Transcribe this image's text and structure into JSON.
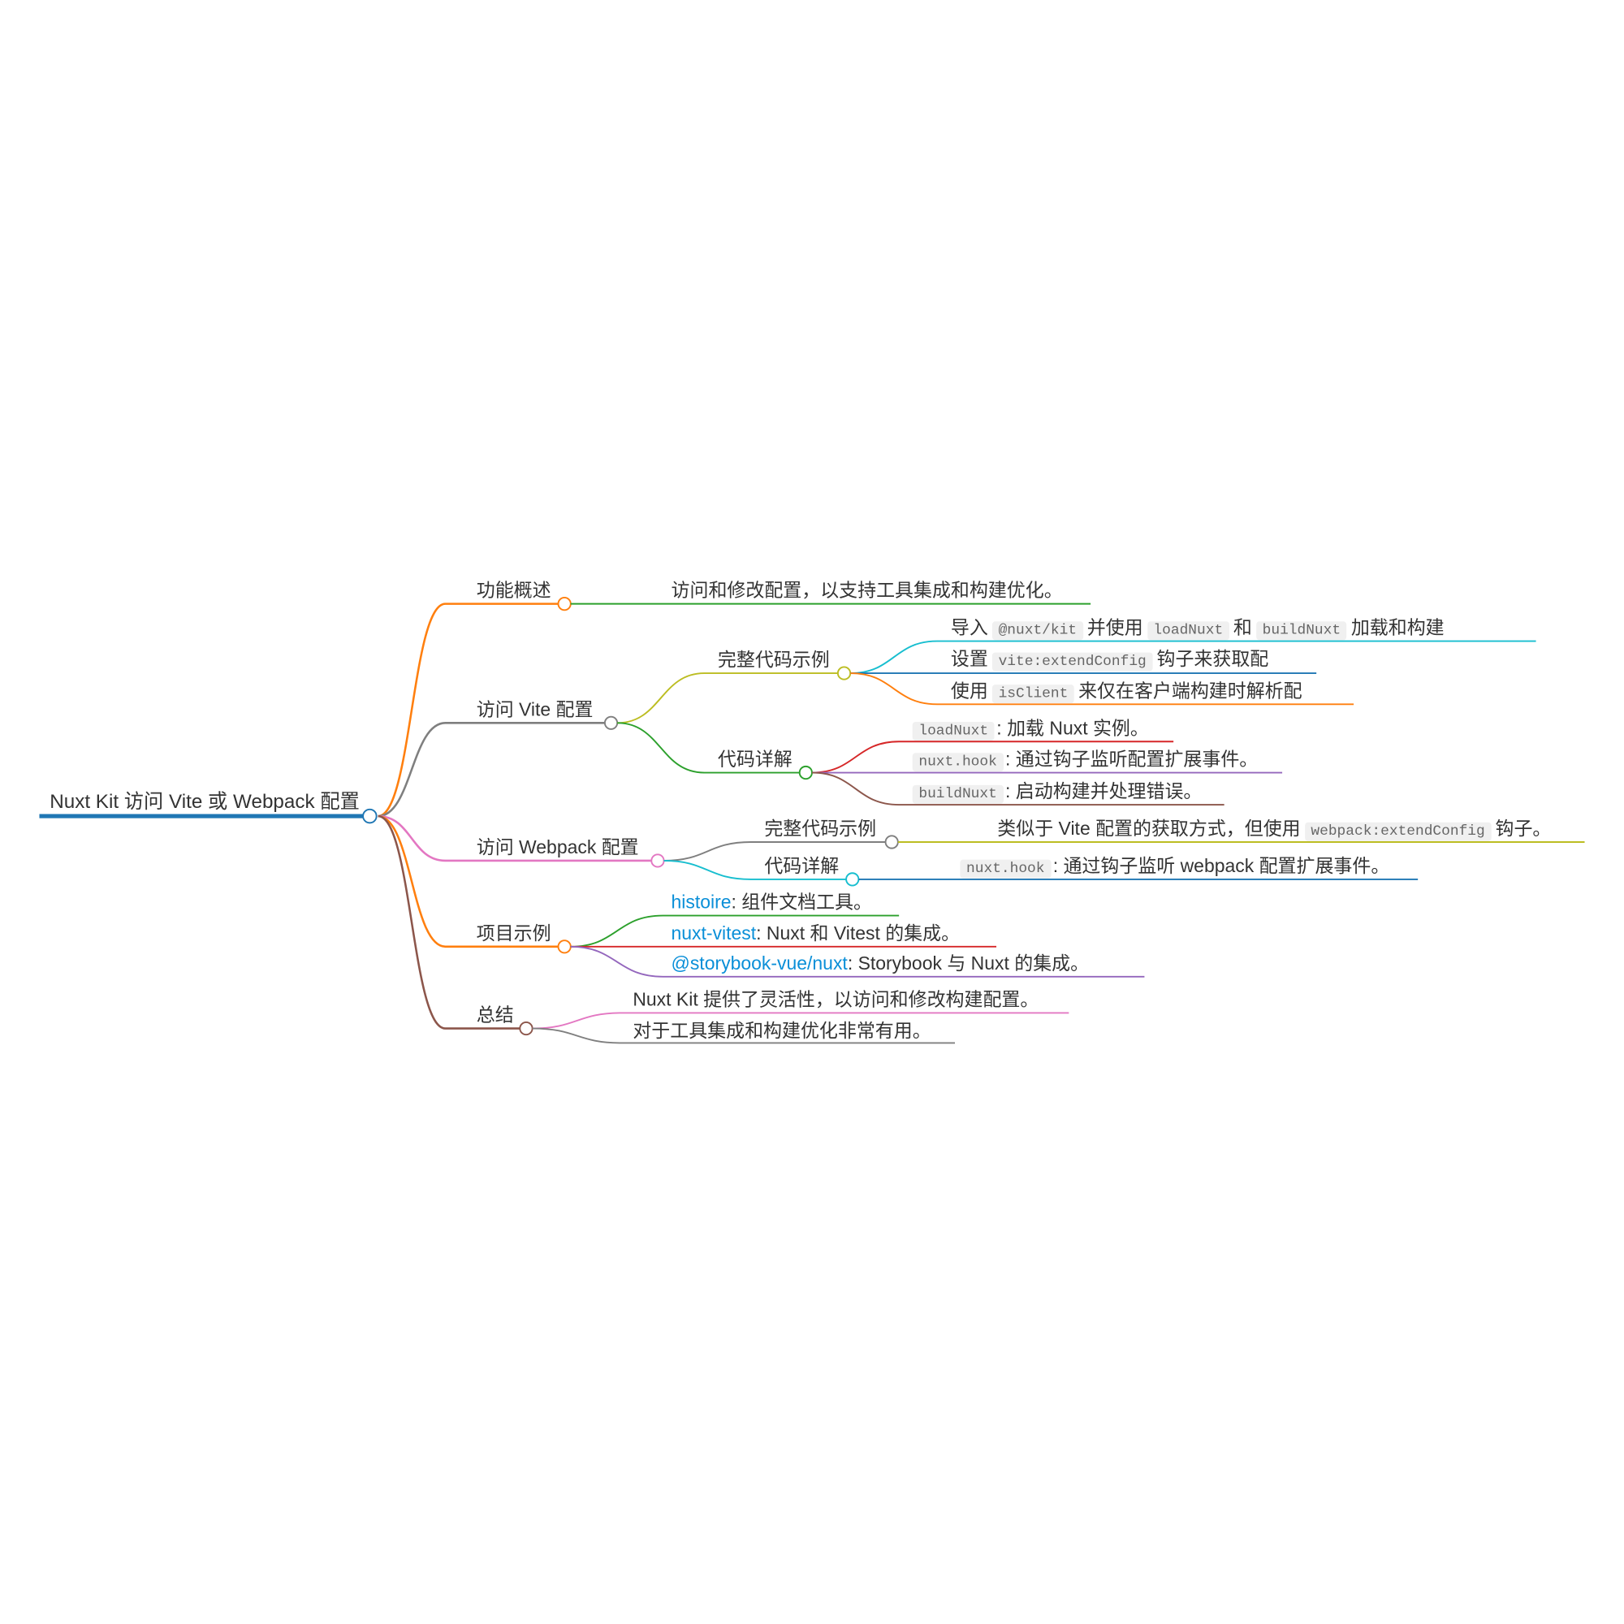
{
  "root": {
    "label": "Nuxt Kit 访问 Vite 或 Webpack 配置"
  },
  "overview": {
    "label": "功能概述",
    "text": "访问和修改配置，以支持工具集成和构建优化。"
  },
  "vite": {
    "label": "访问 Vite 配置",
    "example": {
      "label": "完整代码示例",
      "items": [
        [
          "导入",
          "@nuxt/kit",
          "并使用",
          "loadNuxt",
          "和",
          "buildNuxt",
          "加载和构建"
        ],
        [
          "设置",
          "vite:extendConfig",
          "钩子来获取配"
        ],
        [
          "使用",
          "isClient",
          "来仅在客户端构建时解析配"
        ]
      ]
    },
    "details": {
      "label": "代码详解",
      "items": [
        [
          "loadNuxt",
          ": 加载 Nuxt 实例。"
        ],
        [
          "nuxt.hook",
          ": 通过钩子监听配置扩展事件。"
        ],
        [
          "buildNuxt",
          ": 启动构建并处理错误。"
        ]
      ]
    }
  },
  "webpack": {
    "label": "访问 Webpack 配置",
    "example": {
      "label": "完整代码示例",
      "item": [
        "类似于 Vite 配置的获取方式，但使用",
        "webpack:extendConfig",
        "钩子。"
      ]
    },
    "details": {
      "label": "代码详解",
      "item": [
        "nuxt.hook",
        ": 通过钩子监听 webpack 配置扩展事件。"
      ]
    }
  },
  "projects": {
    "label": "项目示例",
    "items": [
      {
        "link": "histoire",
        "text": ": 组件文档工具。"
      },
      {
        "link": "nuxt-vitest",
        "text": ": Nuxt 和 Vitest 的集成。"
      },
      {
        "link": "@storybook-vue/nuxt",
        "text": ": Storybook 与 Nuxt 的集成。"
      }
    ]
  },
  "summary": {
    "label": "总结",
    "items": [
      "Nuxt Kit 提供了灵活性，以访问和修改构建配置。",
      "对于工具集成和构建优化非常有用。"
    ]
  },
  "colors": {
    "blue": "#1f77b4",
    "orange": "#ff7f0e",
    "green": "#2ca02c",
    "red": "#d62728",
    "purple": "#9467bd",
    "brown": "#8c564b",
    "pink": "#e377c2",
    "gray": "#7f7f7f",
    "olive": "#bcbd22",
    "cyan": "#17becf",
    "link": "#0a8fd8"
  }
}
